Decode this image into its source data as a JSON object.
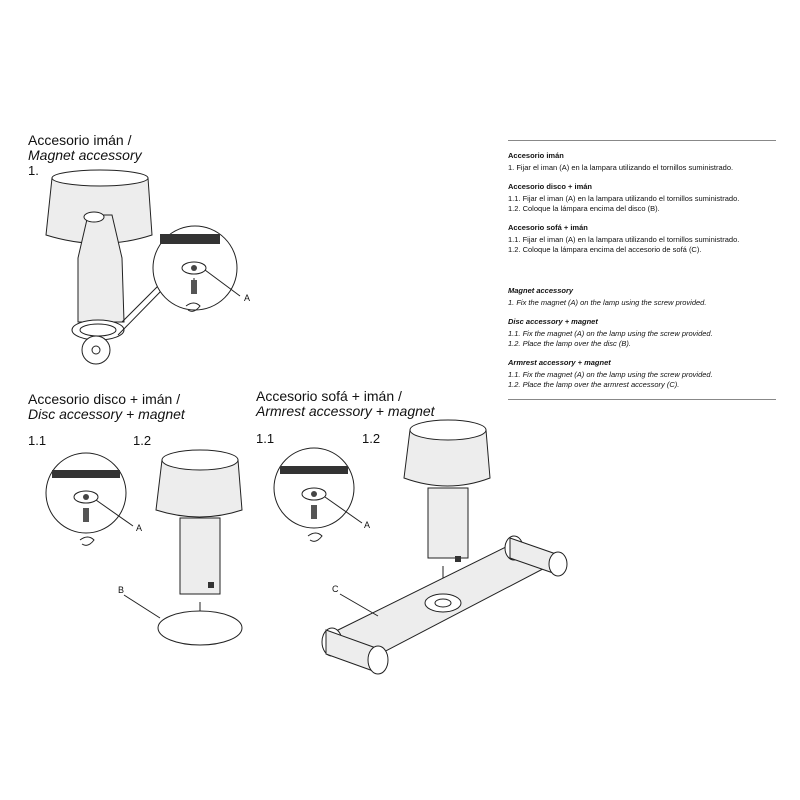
{
  "left": {
    "magnet": {
      "title_es": "Accesorio imán /",
      "title_en": "Magnet accessory",
      "step": "1.",
      "callout_a": "A"
    },
    "disc": {
      "title_es": "Accesorio disco + imán /",
      "title_en": "Disc accessory + magnet",
      "step_1": "1.1",
      "step_2": "1.2",
      "callout_a": "A",
      "callout_b": "B"
    },
    "sofa": {
      "title_es": "Accesorio sofá + imán /",
      "title_en": "Armrest accessory + magnet",
      "step_1": "1.1",
      "step_2": "1.2",
      "callout_a": "A",
      "callout_c": "C"
    }
  },
  "instructions": {
    "es": [
      {
        "title": "Accesorio imán",
        "lines": [
          "1. Fijar el iman (A) en la lampara utilizando el tornillos suministrado."
        ]
      },
      {
        "title": "Accesorio disco + imán",
        "lines": [
          "1.1. Fijar el iman (A) en la lampara utilizando el tornillos suministrado.",
          "1.2. Coloque la lámpara encima del disco (B)."
        ]
      },
      {
        "title": "Accesorio sofá + imán",
        "lines": [
          "1.1. Fijar el iman (A) en la lampara utilizando el tornillos suministrado.",
          "1.2. Coloque la lámpara encima del accesorio de sofá (C)."
        ]
      }
    ],
    "en": [
      {
        "title": "Magnet accessory",
        "lines": [
          "1. Fix the magnet (A) on the lamp using the screw provided."
        ]
      },
      {
        "title": "Disc accessory + magnet",
        "lines": [
          "1.1. Fix the magnet (A) on the lamp using the screw provided.",
          "1.2. Place the lamp over the disc (B)."
        ]
      },
      {
        "title": "Armrest accessory + magnet",
        "lines": [
          "1.1. Fix the magnet (A) on the lamp using the screw provided.",
          "1.2. Place the lamp over the armrest accessory (C)."
        ]
      }
    ]
  }
}
